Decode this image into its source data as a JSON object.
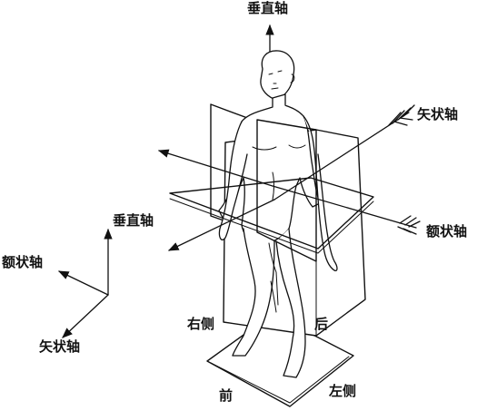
{
  "labels": {
    "vertical_axis_top": "垂直轴",
    "sagittal_axis_top": "矢状轴",
    "frontal_axis_right": "额状轴",
    "vertical_axis_small": "垂直轴",
    "frontal_axis_small": "额状轴",
    "sagittal_axis_small": "矢状轴",
    "right_side": "右侧",
    "back": "后",
    "front": "前",
    "left_side": "左侧"
  }
}
